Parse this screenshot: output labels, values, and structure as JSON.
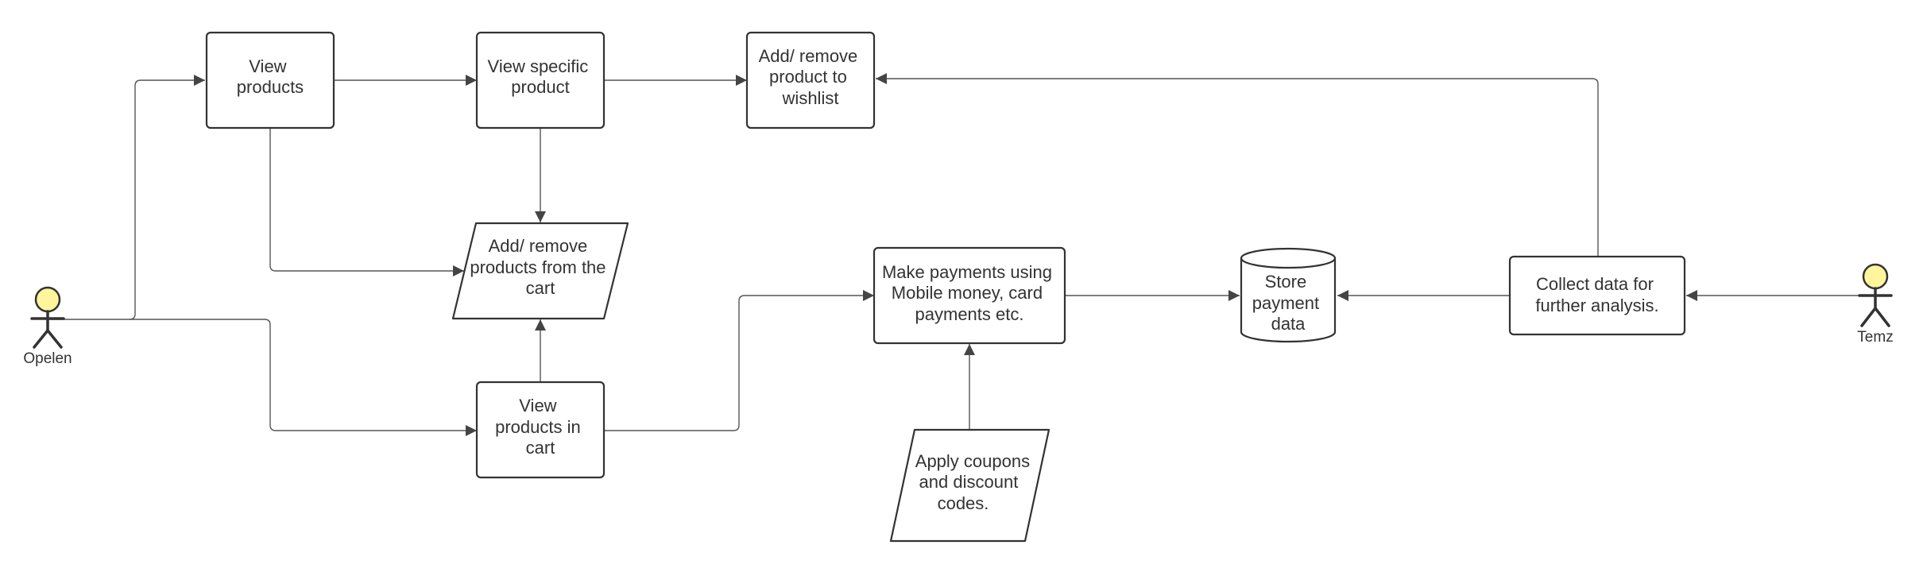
{
  "diagram": {
    "actors": {
      "opelen": "Opelen",
      "temz": "Temz"
    },
    "nodes": {
      "view_products": [
        "View",
        "products"
      ],
      "view_specific_product": [
        "View specific",
        "product"
      ],
      "wishlist": [
        "Add/ remove",
        "product to",
        "wishlist"
      ],
      "cart_add_remove": [
        "Add/ remove",
        "products from the",
        "cart"
      ],
      "view_cart": [
        "View",
        "products in",
        "cart"
      ],
      "make_payments": [
        "Make payments using",
        "Mobile money, card",
        "payments etc."
      ],
      "coupons": [
        "Apply coupons",
        "and discount",
        "codes."
      ],
      "store_payment": [
        "Store",
        "payment",
        "data"
      ],
      "collect_data": [
        "Collect  data for",
        "further analysis."
      ]
    },
    "colors": {
      "actor_head": "#fff59d",
      "stroke": "#333333",
      "edge": "#555555"
    }
  }
}
